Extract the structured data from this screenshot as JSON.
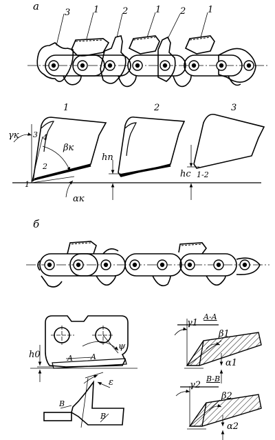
{
  "section_a": {
    "label": "а",
    "chain_callouts": [
      "3",
      "1",
      "2",
      "1",
      "2",
      "1"
    ],
    "tooth_labels": [
      "1",
      "2",
      "3"
    ],
    "points": [
      "1",
      "2",
      "3",
      "4"
    ],
    "gamma_k": "γк",
    "beta_k": "βк",
    "alpha_k": "αк",
    "h_n": "hп",
    "h_c": "hс",
    "label_1_2": "1-2"
  },
  "section_b": {
    "label": "б",
    "h_o": "h0",
    "A": "A",
    "B": "B",
    "psi": "ψ",
    "epsilon": "ε",
    "section_AA": "A-A",
    "section_BB": "B-B",
    "gamma1": "γ1",
    "beta1": "β1",
    "alpha1": "α1",
    "gamma2": "γ2",
    "beta2": "β2",
    "alpha2": "α2"
  }
}
